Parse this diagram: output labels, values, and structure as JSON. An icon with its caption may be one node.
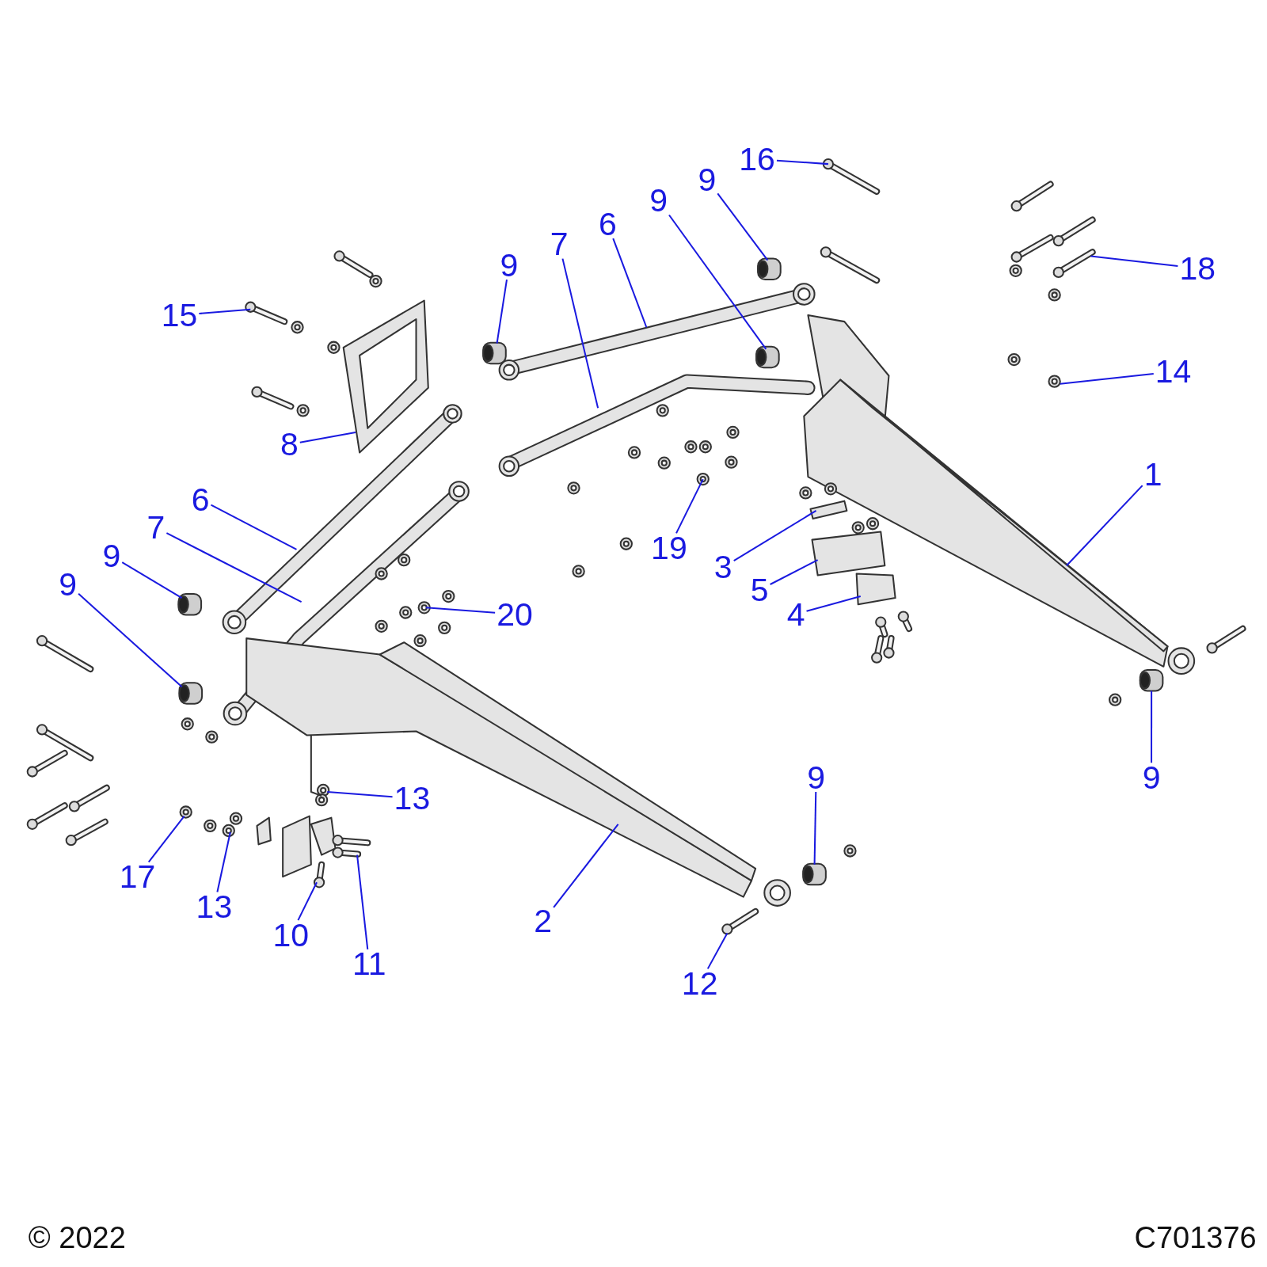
{
  "diagram": {
    "nodes": [
      {
        "text": [
          "16"
        ]
      },
      {
        "text": [
          "9"
        ]
      },
      {
        "text": [
          "9"
        ]
      },
      {
        "text": [
          "6"
        ]
      },
      {
        "text": [
          "7"
        ]
      },
      {
        "text": [
          "9"
        ]
      },
      {
        "text": [
          "18"
        ]
      },
      {
        "text": [
          "15"
        ]
      },
      {
        "text": [
          "14"
        ]
      },
      {
        "text": [
          "8"
        ]
      },
      {
        "text": [
          "1"
        ]
      },
      {
        "text": [
          "6"
        ]
      },
      {
        "text": [
          "7"
        ]
      },
      {
        "text": [
          "19"
        ]
      },
      {
        "text": [
          "3"
        ]
      },
      {
        "text": [
          "9"
        ]
      },
      {
        "text": [
          "9"
        ]
      },
      {
        "text": [
          "5"
        ]
      },
      {
        "text": [
          "20"
        ]
      },
      {
        "text": [
          "4"
        ]
      },
      {
        "text": [
          "9"
        ]
      },
      {
        "text": [
          "9"
        ]
      },
      {
        "text": [
          "13"
        ]
      },
      {
        "text": [
          "17"
        ]
      },
      {
        "text": [
          "13"
        ]
      },
      {
        "text": [
          "2"
        ]
      },
      {
        "text": [
          "10"
        ]
      },
      {
        "text": [
          "11"
        ]
      },
      {
        "text": [
          "12"
        ]
      }
    ],
    "edges": [
      {
        "from": 0,
        "to": null,
        "arrow": "none"
      },
      {
        "from": 1,
        "to": null,
        "arrow": "none"
      },
      {
        "from": 2,
        "to": null,
        "arrow": "none"
      },
      {
        "from": 3,
        "to": null,
        "arrow": "none"
      },
      {
        "from": 4,
        "to": null,
        "arrow": "none"
      },
      {
        "from": 5,
        "to": null,
        "arrow": "none"
      },
      {
        "from": 6,
        "to": null,
        "arrow": "none"
      },
      {
        "from": 7,
        "to": null,
        "arrow": "none"
      },
      {
        "from": 8,
        "to": null,
        "arrow": "none"
      },
      {
        "from": 9,
        "to": null,
        "arrow": "none"
      },
      {
        "from": 10,
        "to": null,
        "arrow": "none"
      },
      {
        "from": 11,
        "to": null,
        "arrow": "none"
      },
      {
        "from": 12,
        "to": null,
        "arrow": "none"
      },
      {
        "from": 13,
        "to": null,
        "arrow": "none"
      },
      {
        "from": 14,
        "to": null,
        "arrow": "none"
      },
      {
        "from": 15,
        "to": null,
        "arrow": "none"
      },
      {
        "from": 16,
        "to": null,
        "arrow": "none"
      },
      {
        "from": 17,
        "to": null,
        "arrow": "none"
      },
      {
        "from": 18,
        "to": null,
        "arrow": "none"
      },
      {
        "from": 19,
        "to": null,
        "arrow": "none"
      },
      {
        "from": 20,
        "to": null,
        "arrow": "none"
      },
      {
        "from": 21,
        "to": null,
        "arrow": "none"
      },
      {
        "from": 22,
        "to": null,
        "arrow": "none"
      },
      {
        "from": 23,
        "to": null,
        "arrow": "none"
      },
      {
        "from": 24,
        "to": null,
        "arrow": "none"
      },
      {
        "from": 25,
        "to": null,
        "arrow": "none"
      },
      {
        "from": 26,
        "to": null,
        "arrow": "none"
      },
      {
        "from": 27,
        "to": null,
        "arrow": "none"
      },
      {
        "from": 28,
        "to": null,
        "arrow": "none"
      }
    ],
    "labels": [
      "© 2022",
      "C701376"
    ]
  }
}
